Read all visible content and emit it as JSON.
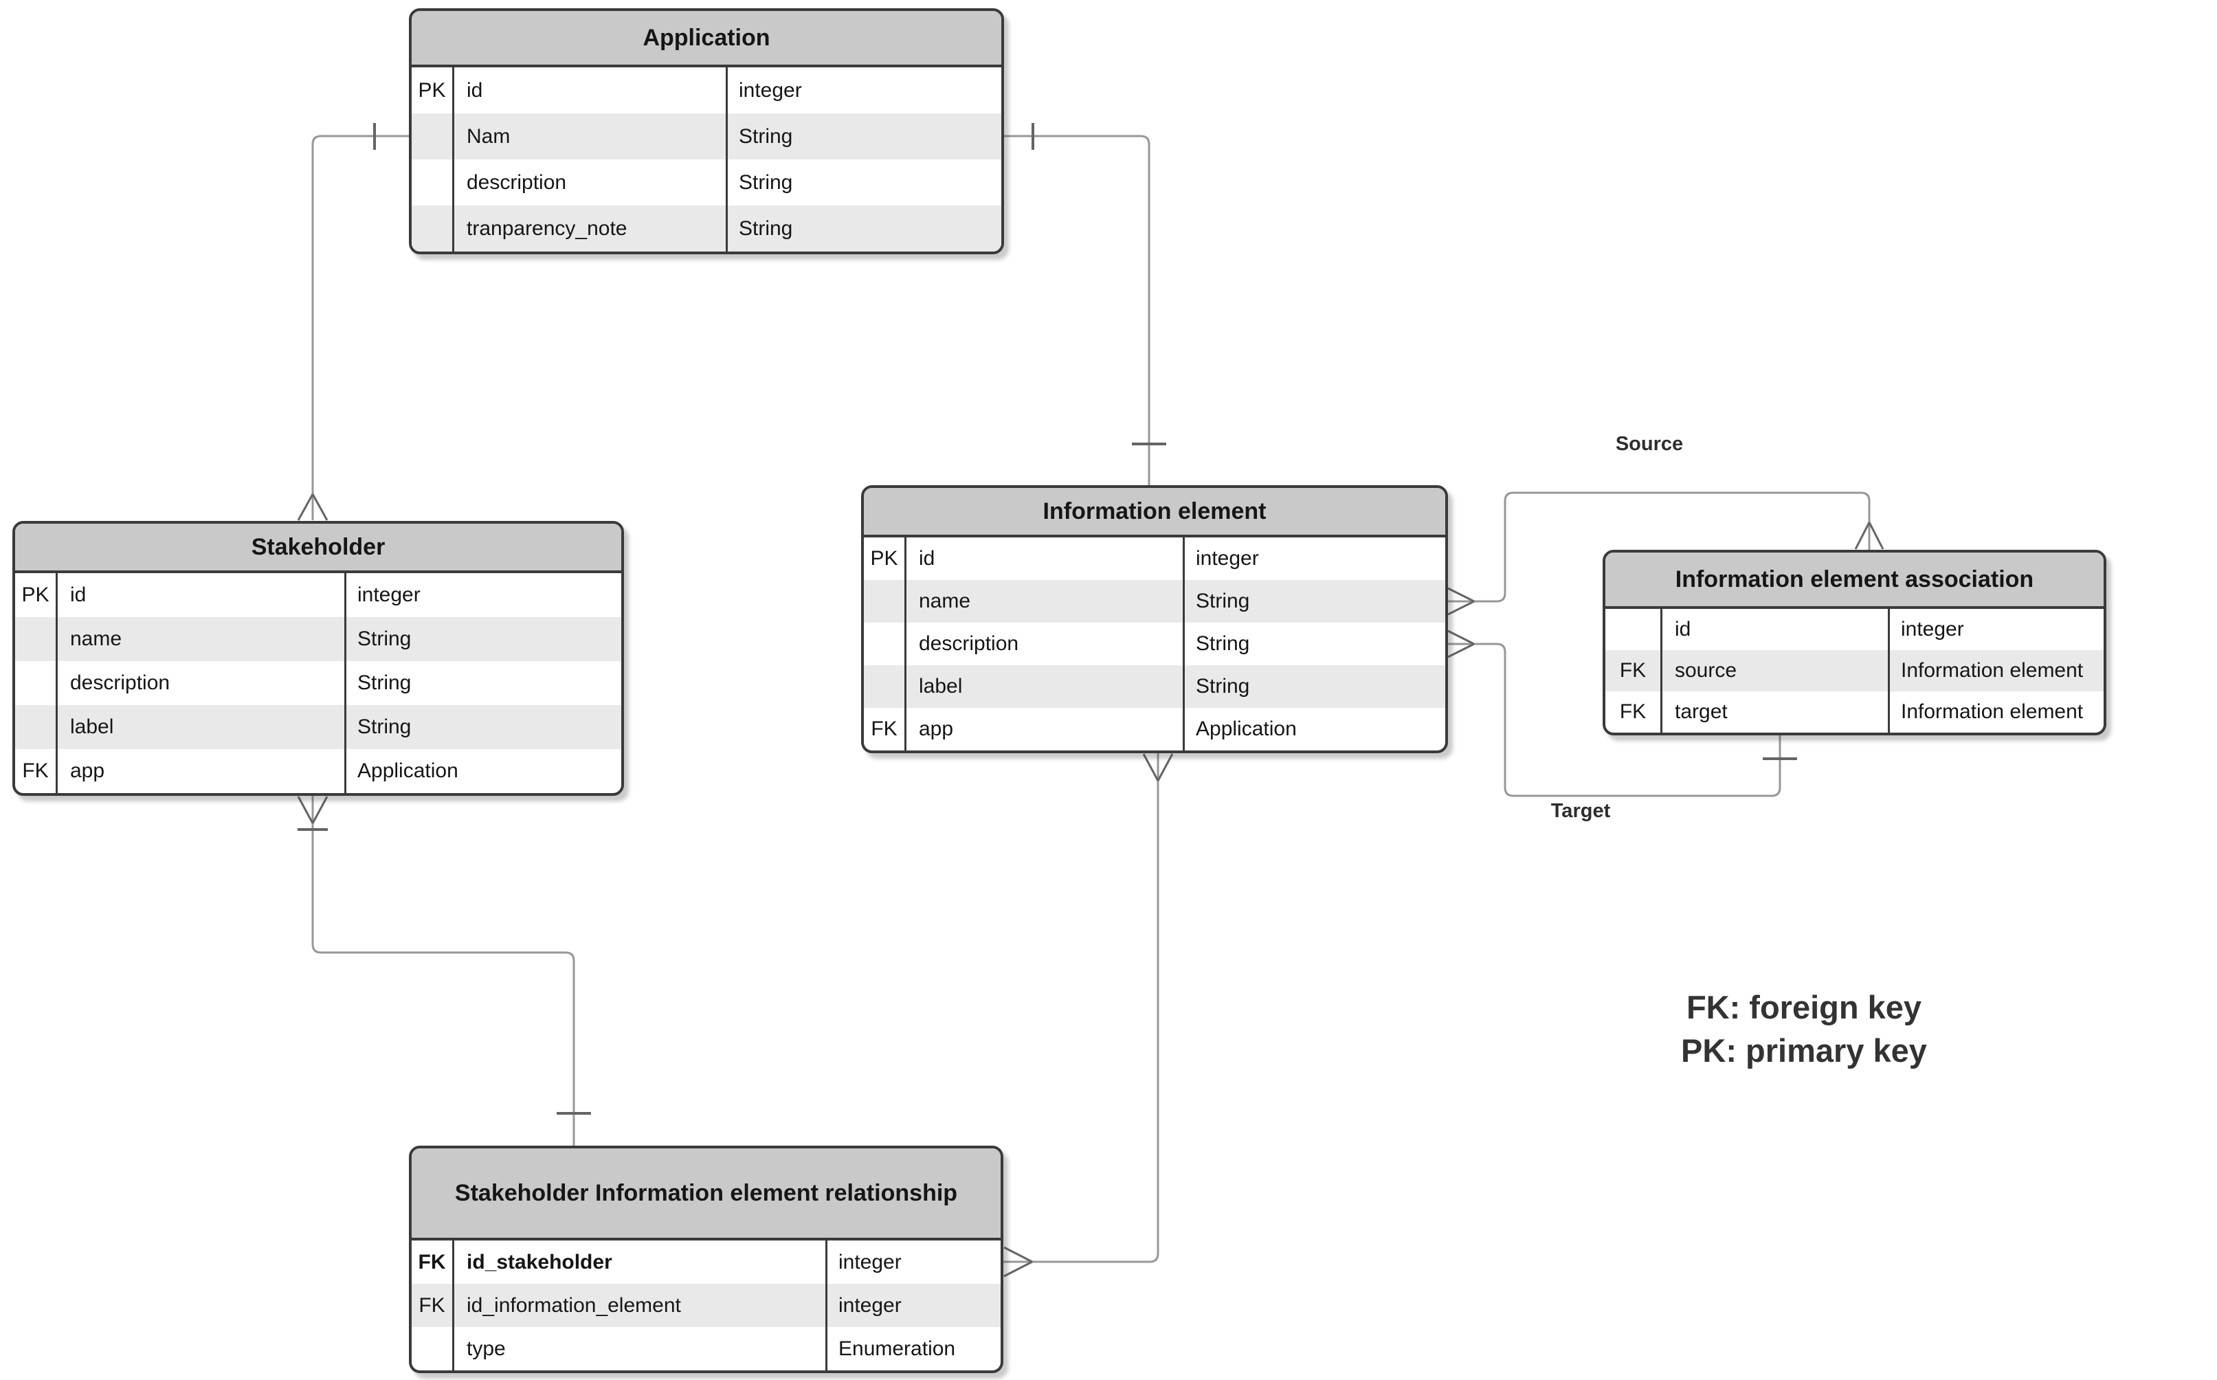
{
  "diagram": {
    "type": "entity-relationship-diagram",
    "tables": [
      {
        "id": "application",
        "title": "Application",
        "rows": [
          {
            "key": "PK",
            "name": "id",
            "type": "integer"
          },
          {
            "key": "",
            "name": "Nam",
            "type": "String"
          },
          {
            "key": "",
            "name": "description",
            "type": "String"
          },
          {
            "key": "",
            "name": "tranparency_note",
            "type": "String"
          }
        ]
      },
      {
        "id": "stakeholder",
        "title": "Stakeholder",
        "rows": [
          {
            "key": "PK",
            "name": "id",
            "type": "integer"
          },
          {
            "key": "",
            "name": "name",
            "type": "String"
          },
          {
            "key": "",
            "name": "description",
            "type": "String"
          },
          {
            "key": "",
            "name": "label",
            "type": "String"
          },
          {
            "key": "FK",
            "name": "app",
            "type": "Application"
          }
        ]
      },
      {
        "id": "information-element",
        "title": "Information element",
        "rows": [
          {
            "key": "PK",
            "name": "id",
            "type": "integer"
          },
          {
            "key": "",
            "name": "name",
            "type": "String"
          },
          {
            "key": "",
            "name": "description",
            "type": "String"
          },
          {
            "key": "",
            "name": "label",
            "type": "String"
          },
          {
            "key": "FK",
            "name": "app",
            "type": "Application"
          }
        ]
      },
      {
        "id": "information-element-association",
        "title": "Information element association",
        "rows": [
          {
            "key": "",
            "name": "id",
            "type": "integer"
          },
          {
            "key": "FK",
            "name": "source",
            "type": "Information element"
          },
          {
            "key": "FK",
            "name": "target",
            "type": "Information element"
          }
        ]
      },
      {
        "id": "stakeholder-information-element-relationship",
        "title": "Stakeholder Information element relationship",
        "rows": [
          {
            "key": "FK",
            "name": "id_stakeholder",
            "type": "integer",
            "bold": true
          },
          {
            "key": "FK",
            "name": "id_information_element",
            "type": "integer"
          },
          {
            "key": "",
            "name": "type",
            "type": "Enumeration"
          }
        ]
      }
    ],
    "edge_labels": {
      "source": "Source",
      "target": "Target"
    },
    "legend": {
      "fk": "FK: foreign key",
      "pk": "PK: primary key"
    },
    "colors": {
      "header_fill": "#c9c9c9",
      "row_alt_fill": "#e9e9e9",
      "table_border": "#3a3a3a",
      "connector_line": "#979797",
      "connector_marker": "#646464",
      "text": "#161616",
      "canvas": "#ffffff"
    }
  }
}
